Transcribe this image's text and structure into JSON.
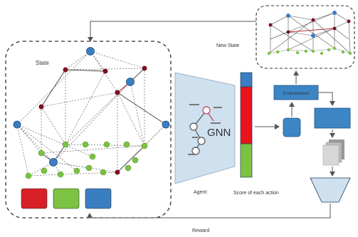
{
  "state": {
    "label": "State",
    "legend": [
      {
        "text": "",
        "color": "#d81f26"
      },
      {
        "text": "",
        "color": "#7cc243"
      },
      {
        "text": "",
        "color": "#3a7ec2"
      }
    ]
  },
  "new_state": {
    "label": "New State"
  },
  "agent": {
    "label": "Agent",
    "gnn_label": "GNN",
    "score_label": "Score of each action"
  },
  "env": {
    "label": "Environment"
  },
  "reward": {
    "label": "Reward"
  },
  "colors": {
    "red": "#d81f26",
    "green": "#7cc243",
    "blue": "#3a7ec2",
    "dark_red": "#7a1020",
    "box_blue": "#3d86c6",
    "funnel": "#cfe0ef"
  }
}
